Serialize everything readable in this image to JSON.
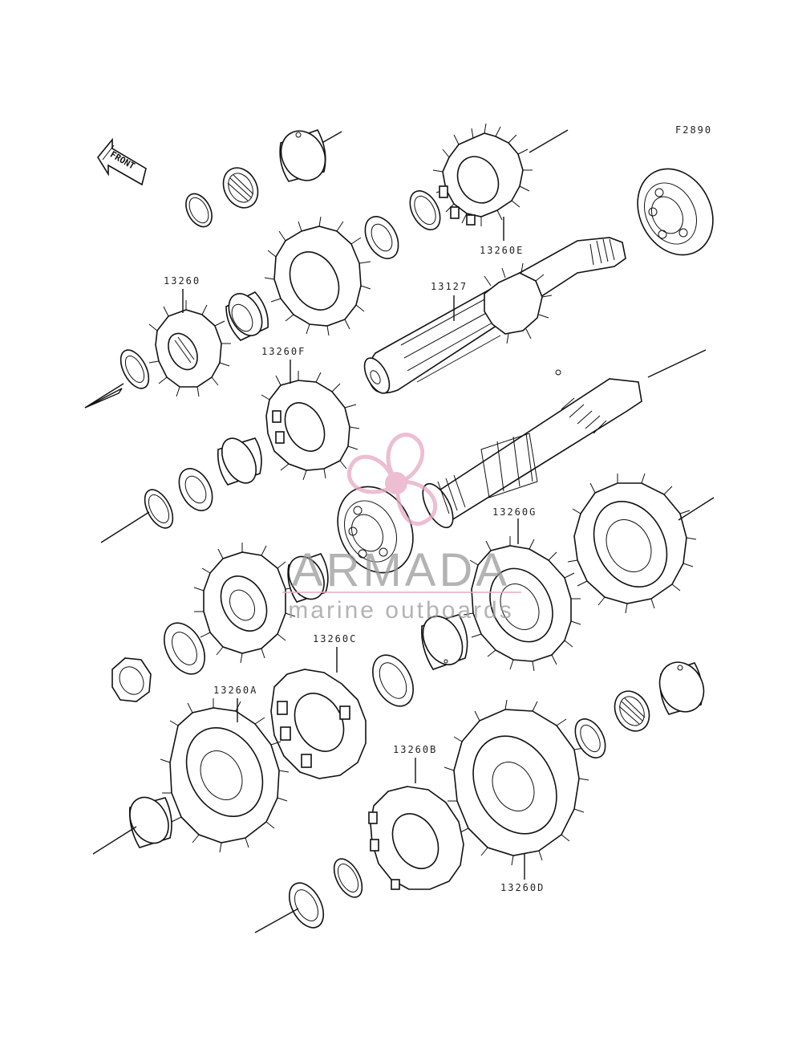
{
  "diagram_code": "F2890",
  "front_label": "FRONT",
  "labels": {
    "p13260E": "13260E",
    "p13260": "13260",
    "p13127": "13127",
    "p13260F": "13260F",
    "p13260G": "13260G",
    "p13260C": "13260C",
    "p13260A": "13260A",
    "p13260B": "13260B",
    "p13260D": "13260D"
  },
  "watermark": {
    "brand": "ARMADA",
    "tagline": "marine outboards",
    "logo_color": "#e8a9c4"
  },
  "colors": {
    "line": "#111111",
    "background": "#ffffff"
  }
}
